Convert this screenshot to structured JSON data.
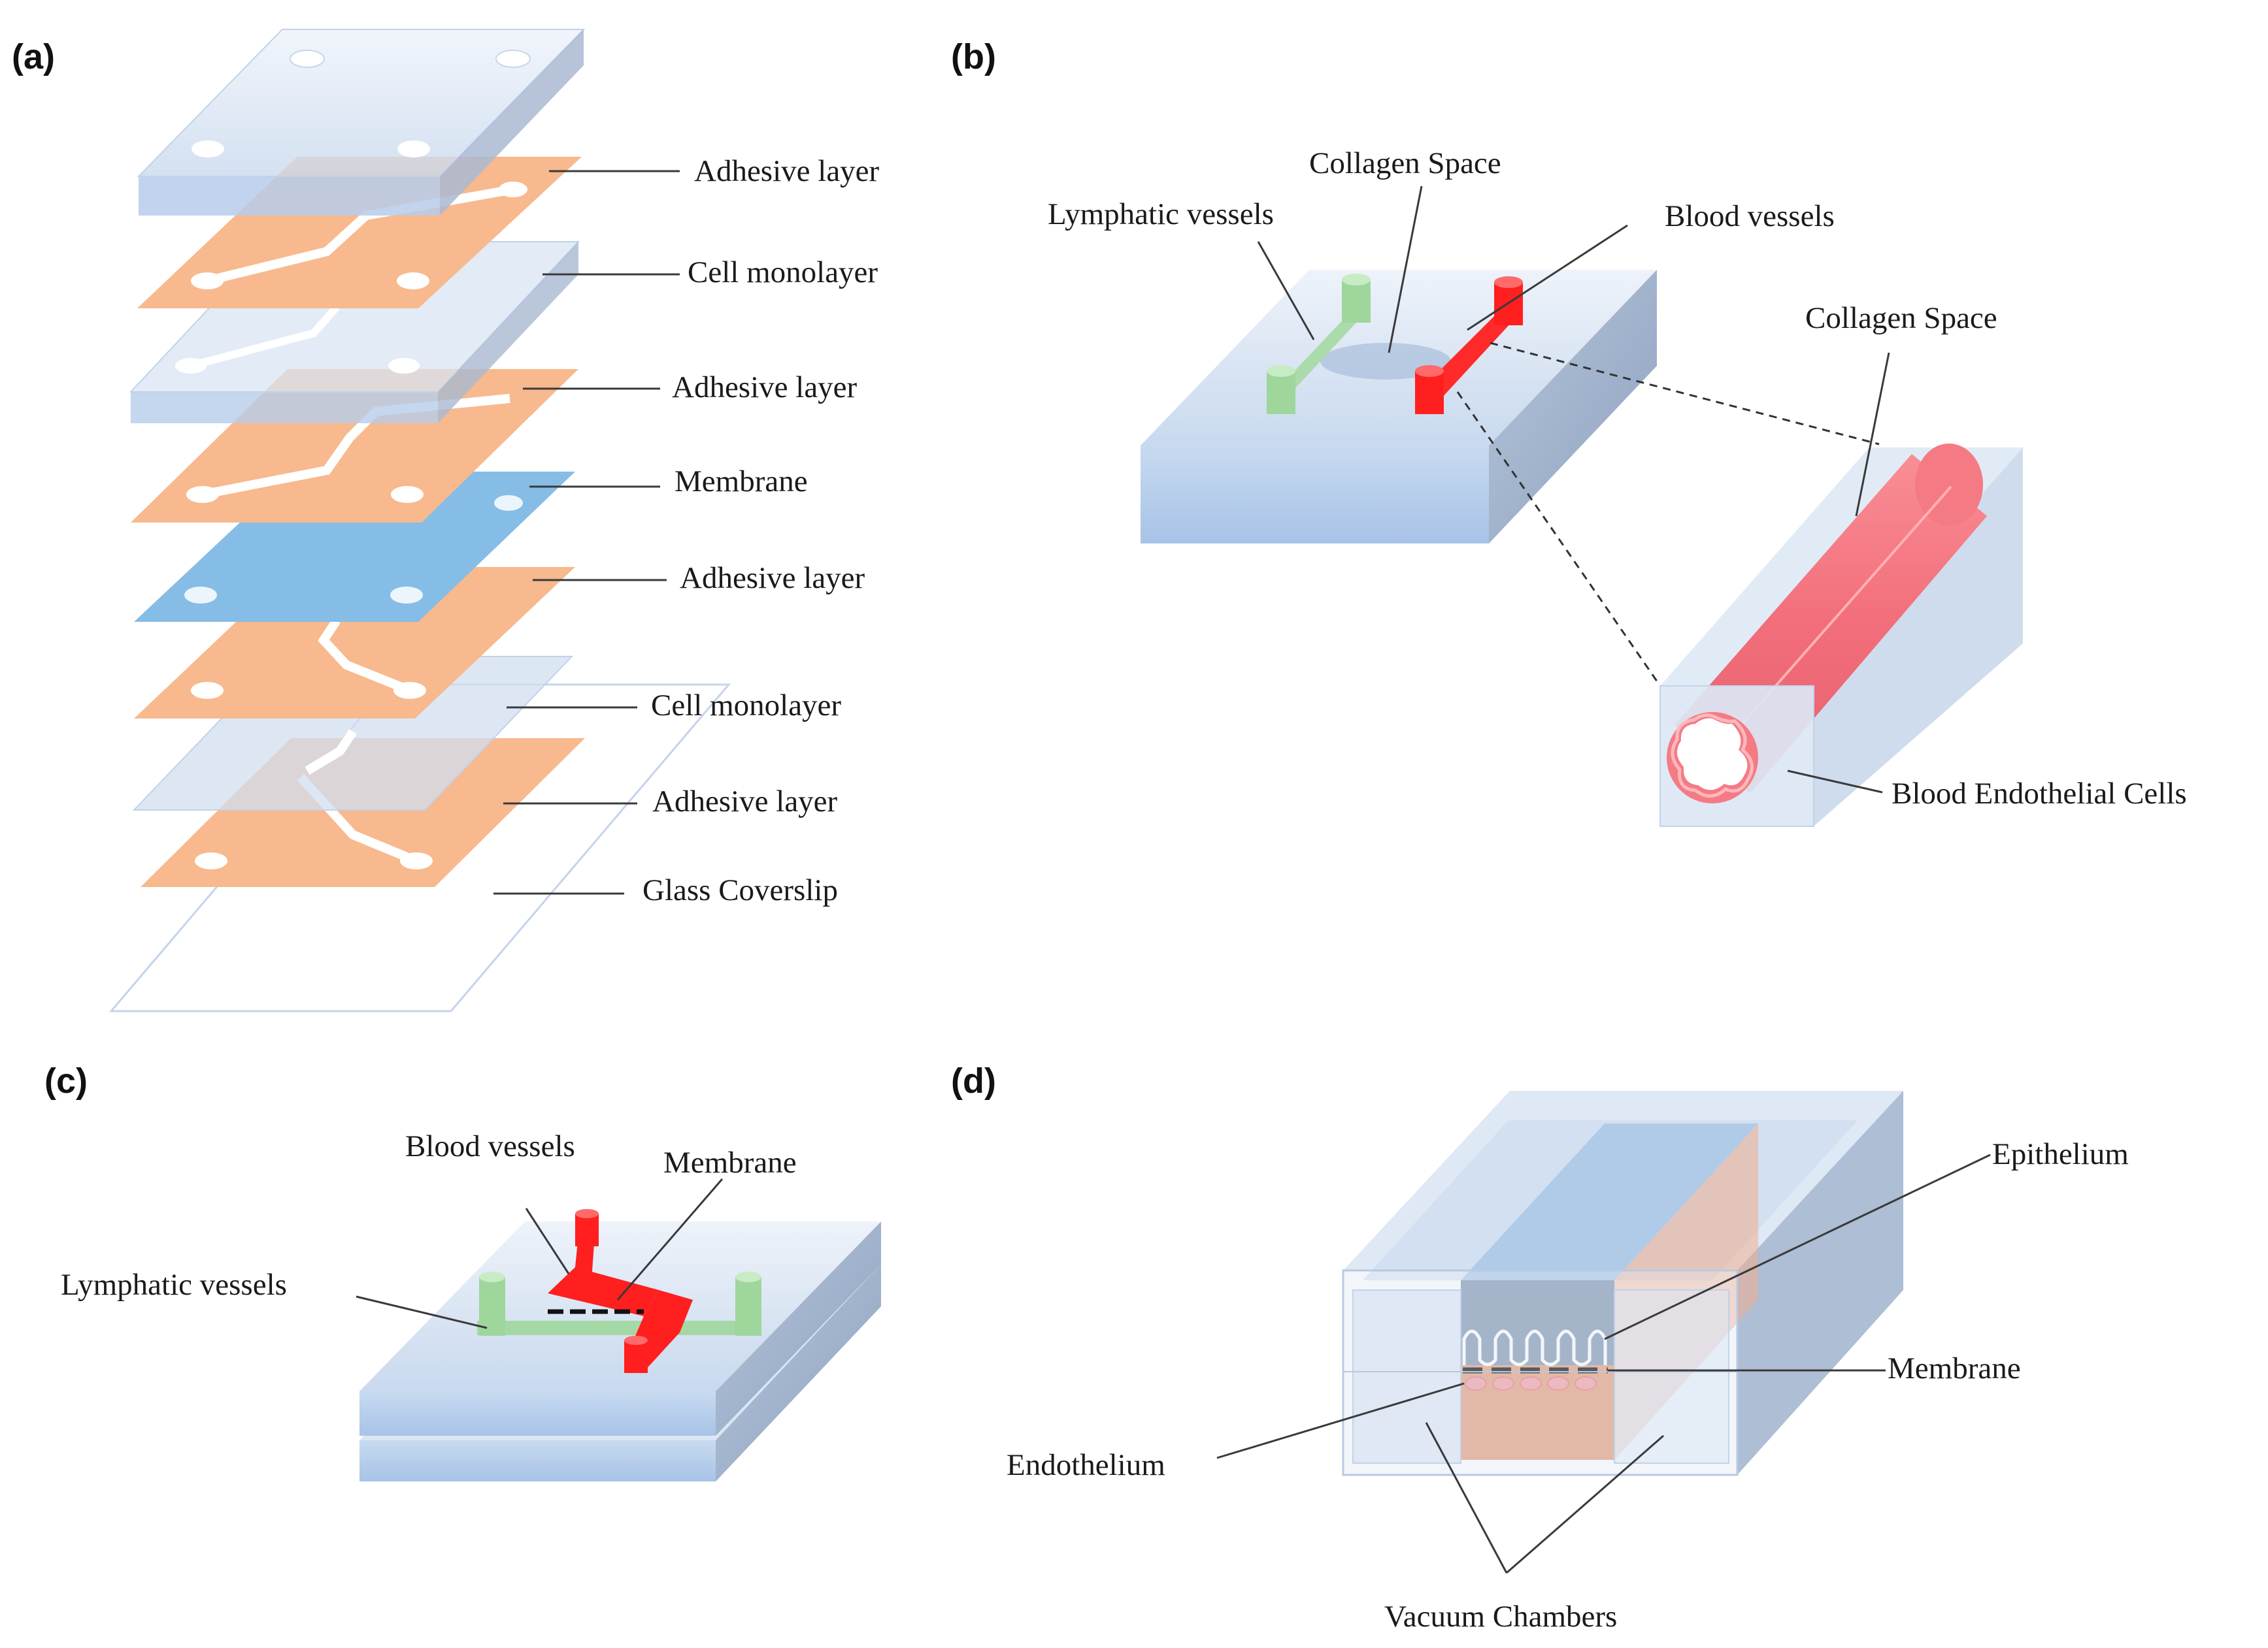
{
  "panels": {
    "a": {
      "tag": "(a)",
      "labels": [
        "Adhesive layer",
        "Cell monolayer",
        "Adhesive layer",
        "Membrane",
        "Adhesive layer",
        "Cell monolayer",
        "Adhesive layer",
        "Glass Coverslip"
      ]
    },
    "b": {
      "tag": "(b)",
      "collagen_top": "Collagen Space",
      "lymphatic": "Lymphatic vessels",
      "blood": "Blood vessels",
      "collagen_right": "Collagen Space",
      "endothelial": "Blood Endothelial  Cells"
    },
    "c": {
      "tag": "(c)",
      "blood": "Blood vessels",
      "membrane": "Membrane",
      "lymphatic": "Lymphatic vessels"
    },
    "d": {
      "tag": "(d)",
      "epithelium": "Epithelium",
      "membrane": "Membrane",
      "endothelium": "Endothelium",
      "vacuum": "Vacuum Chambers"
    }
  },
  "colors": {
    "glass_top": "#dde8f5",
    "glass_front": "#b8cfea",
    "glass_side": "#97aac6",
    "adhesive": "#f7b98d",
    "membrane_layer": "#86bde6",
    "blood_red": "#ff1f1f",
    "lymph_green": "#9ed69b",
    "collagen_tube": "#f47b84",
    "epithelium_block": "#f0ad8e",
    "blue_block": "#4f93c8"
  }
}
